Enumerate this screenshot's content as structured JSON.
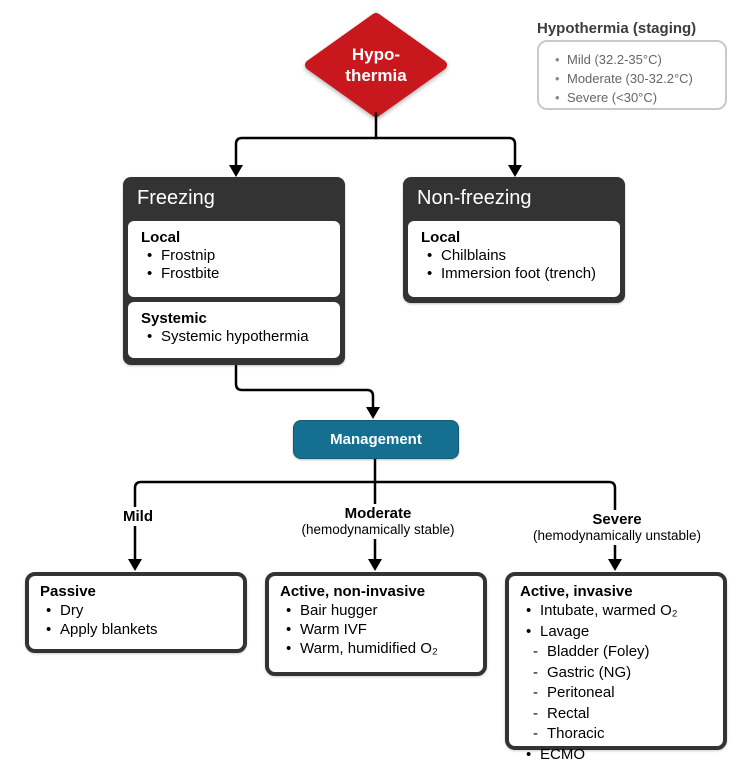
{
  "root_node": {
    "line1": "Hypo-",
    "line2": "thermia"
  },
  "legend": {
    "title": "Hypothermia (staging)",
    "items": [
      "Mild (32.2-35°C)",
      "Moderate (30-32.2°C)",
      "Severe (<30°C)"
    ]
  },
  "category_boxes": {
    "freezing": {
      "title": "Freezing",
      "local_heading": "Local",
      "local_items": [
        "Frostnip",
        "Frostbite"
      ],
      "systemic_heading": "Systemic",
      "systemic_items": [
        "Systemic hypothermia"
      ]
    },
    "nonfreezing": {
      "title": "Non-freezing",
      "local_heading": "Local",
      "local_items": [
        "Chilblains",
        "Immersion foot (trench)"
      ]
    }
  },
  "management": {
    "label": "Management"
  },
  "branches": {
    "mild": {
      "label": "Mild"
    },
    "moderate": {
      "label": "Moderate",
      "sublabel": "(hemodynamically stable)"
    },
    "severe": {
      "label": "Severe",
      "sublabel": "(hemodynamically unstable)"
    }
  },
  "treatment_boxes": {
    "passive": {
      "heading": "Passive",
      "items": [
        "Dry",
        "Apply blankets"
      ]
    },
    "active_noninvasive": {
      "heading": "Active, non-invasive",
      "items": [
        "Bair hugger",
        "Warm IVF",
        "Warm, humidified O₂"
      ]
    },
    "active_invasive": {
      "heading": "Active, invasive",
      "items": [
        "Intubate, warmed O₂",
        "Lavage",
        "Bladder (Foley)",
        "Gastric (NG)",
        "Peritoneal",
        "Rectal",
        "Thoracic",
        "ECMO"
      ]
    }
  },
  "colors": {
    "node_red": "#C9171E",
    "management_teal": "#156F91",
    "box_dark": "#333333",
    "line_black": "#000000"
  }
}
